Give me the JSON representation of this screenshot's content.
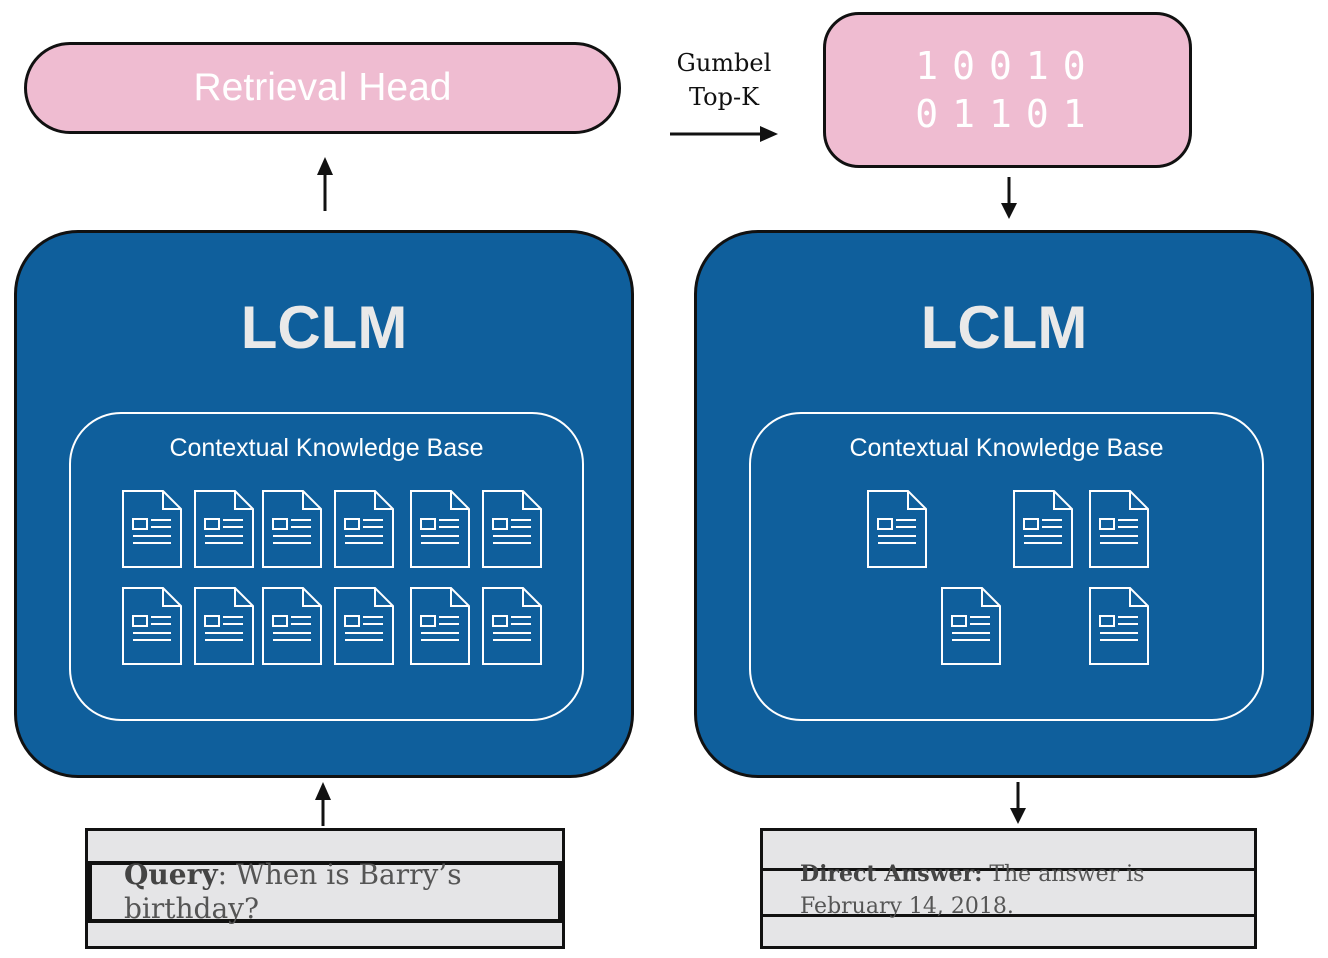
{
  "retrieval_head": {
    "label": "Retrieval Head"
  },
  "gumbel": {
    "line1": "Gumbel",
    "line2": "Top-K"
  },
  "binary_mask": {
    "row1": "10010",
    "row2": "01101"
  },
  "left_model": {
    "title": "LCLM",
    "knowledge_base_title": "Contextual Knowledge Base",
    "document_count": 12
  },
  "right_model": {
    "title": "LCLM",
    "knowledge_base_title": "Contextual Knowledge Base",
    "document_count": 5
  },
  "query": {
    "label": "Query",
    "text": ": When is Barry’s birthday?"
  },
  "answer": {
    "label": "Direct Answer:",
    "text": " The answer is February 14, 2018."
  },
  "colors": {
    "pink": "#efbcd1",
    "blue": "#0f5f9c",
    "grey": "#e5e5e7"
  },
  "icons": {
    "document": "document-icon",
    "arrow": "arrow-icon"
  }
}
